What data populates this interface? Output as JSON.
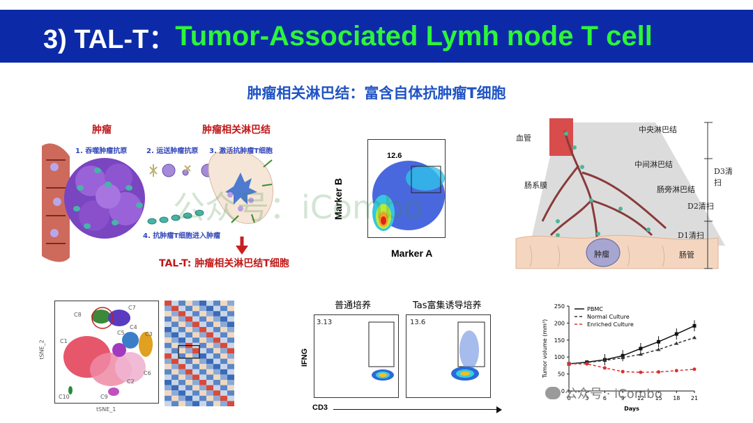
{
  "header": {
    "prefix": "3) TAL-T：",
    "title": "Tumor-Associated Lymh node T cell"
  },
  "subtitle": "肿瘤相关淋巴结：富含自体抗肿瘤T细胞",
  "mechanism": {
    "tumor_label": "肿瘤",
    "lymph_label": "肿瘤相关淋巴结",
    "steps": [
      "1. 吞噬肿瘤抗原",
      "2. 运送肿瘤抗原",
      "3. 激活抗肿瘤T细胞",
      "4. 抗肿瘤T细胞进入肿瘤"
    ],
    "result": "TAL-T: 肿瘤相关淋巴结T细胞"
  },
  "flow_top": {
    "gate_value": "12.6",
    "ylabel": "Marker B",
    "xlabel": "Marker A"
  },
  "anatomy": {
    "labels": {
      "vessel": "血管",
      "central": "中央淋巴结",
      "middle": "中间淋巴结",
      "mesentery": "肠系膜",
      "paraintestinal": "肠旁淋巴结",
      "d3": "D3清扫",
      "d2": "D2清扫",
      "d1": "D1清扫",
      "tumor": "肿瘤",
      "intestine": "肠管"
    }
  },
  "tsne": {
    "clusters": [
      "C8",
      "C7",
      "C4",
      "C3",
      "C5",
      "C1",
      "C6",
      "C2",
      "C10",
      "C9"
    ],
    "ylabel": "tSNE_2",
    "xlabel": "tSNE_1"
  },
  "flow_bottom": {
    "left_title": "普通培养",
    "right_title": "Tas富集诱导培养",
    "left_value": "3.13",
    "right_value": "13.6",
    "ylabel": "IFNG",
    "xlabel": "CD3"
  },
  "chart_data": {
    "type": "line",
    "xlabel": "Days",
    "ylabel": "Tumor volume (mm³)",
    "x": [
      0,
      3,
      6,
      9,
      12,
      15,
      18,
      21
    ],
    "ylim": [
      0,
      250
    ],
    "yticks": [
      0,
      50,
      100,
      150,
      200,
      250
    ],
    "legend_position": "top-left",
    "series": [
      {
        "name": "PBMC",
        "color": "#111111",
        "values": [
          80,
          85,
          92,
          104,
          125,
          145,
          168,
          192
        ]
      },
      {
        "name": "Normal Culture",
        "color": "#333333",
        "values": [
          80,
          84,
          90,
          98,
          108,
          122,
          140,
          157
        ]
      },
      {
        "name": "Enriched Culture",
        "color": "#d83030",
        "values": [
          80,
          80,
          68,
          57,
          55,
          56,
          60,
          64
        ]
      }
    ]
  },
  "watermark": {
    "center_text": "公众号：iCombo",
    "corner_text": "公众号 · iCombo"
  }
}
